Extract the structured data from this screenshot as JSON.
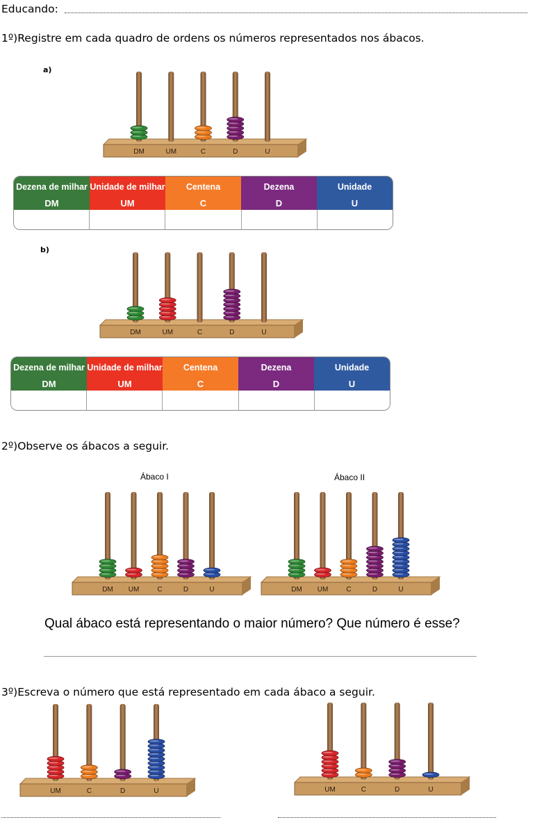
{
  "header": {
    "educando_label": "Educando:"
  },
  "q1": {
    "prompt": "1º)Registre em cada quadro de ordens os números representados nos ábacos.",
    "items": [
      {
        "label": "a)",
        "beads": [
          3,
          0,
          3,
          5,
          0
        ]
      },
      {
        "label": "b)",
        "beads": [
          3,
          5,
          0,
          7,
          0
        ]
      }
    ],
    "table": {
      "headers": [
        "Dezena de milhar",
        "Unidade de milhar",
        "Centena",
        "Dezena",
        "Unidade"
      ],
      "abbrs": [
        "DM",
        "UM",
        "C",
        "D",
        "U"
      ]
    }
  },
  "q2": {
    "prompt": "2º)Observe os ábacos a seguir.",
    "abacus_1": {
      "title": "Ábaco I",
      "beads": [
        4,
        2,
        5,
        4,
        2
      ]
    },
    "abacus_2": {
      "title": "Ábaco II",
      "beads": [
        4,
        2,
        4,
        7,
        9
      ]
    },
    "question": "Qual ábaco está representando o maior número? Que número é esse?"
  },
  "q3": {
    "prompt": "3º)Escreva o número que está representado em cada  ábaco a seguir.",
    "abacus_1": {
      "beads": [
        5,
        3,
        2,
        9
      ]
    },
    "abacus_2": {
      "beads": [
        6,
        2,
        4,
        1
      ]
    }
  },
  "place_labels_5": [
    "DM",
    "UM",
    "C",
    "D",
    "U"
  ],
  "place_labels_4": [
    "UM",
    "C",
    "D",
    "U"
  ],
  "colors": {
    "DM": "#2f8a35",
    "UM": "#d8262a",
    "C": "#ee7d1e",
    "D": "#7a1d6e",
    "U": "#2a4ea6"
  }
}
